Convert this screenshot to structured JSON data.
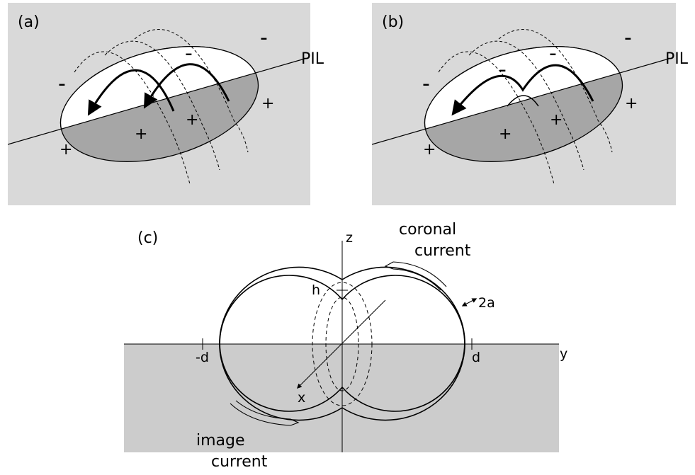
{
  "panels": {
    "a": {
      "label": "(a)",
      "pil_label": "PIL",
      "minus_signs": [
        "-",
        "-",
        "-",
        "-"
      ],
      "plus_signs": [
        "+",
        "+",
        "+",
        "+"
      ]
    },
    "b": {
      "label": "(b)",
      "pil_label": "PIL",
      "minus_signs": [
        "-",
        "-",
        "-",
        "-"
      ],
      "plus_signs": [
        "+",
        "+",
        "+",
        "+"
      ]
    },
    "c": {
      "label": "(c)",
      "axis_z": "z",
      "axis_y": "y",
      "axis_x": "x",
      "label_h": "h",
      "label_neg_d": "-d",
      "label_d": "d",
      "label_2a": "2a",
      "coronal_line1": "coronal",
      "coronal_line2": "current",
      "image_line1": "image",
      "image_line2": "current"
    }
  },
  "colors": {
    "panel_bg": "#d9d9d9",
    "positive_region": "#a6a6a6",
    "negative_region": "#ffffff",
    "subsurface": "#cccccc"
  }
}
